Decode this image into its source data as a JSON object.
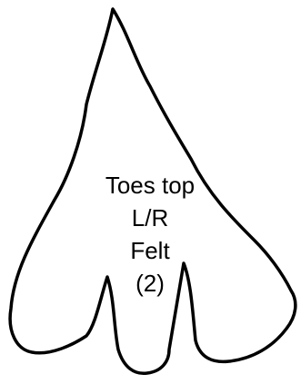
{
  "pattern": {
    "lines": [
      "Toes top",
      "L/R",
      "Felt",
      "(2)"
    ],
    "outline_color": "#000000",
    "fill_color": "#ffffff"
  }
}
